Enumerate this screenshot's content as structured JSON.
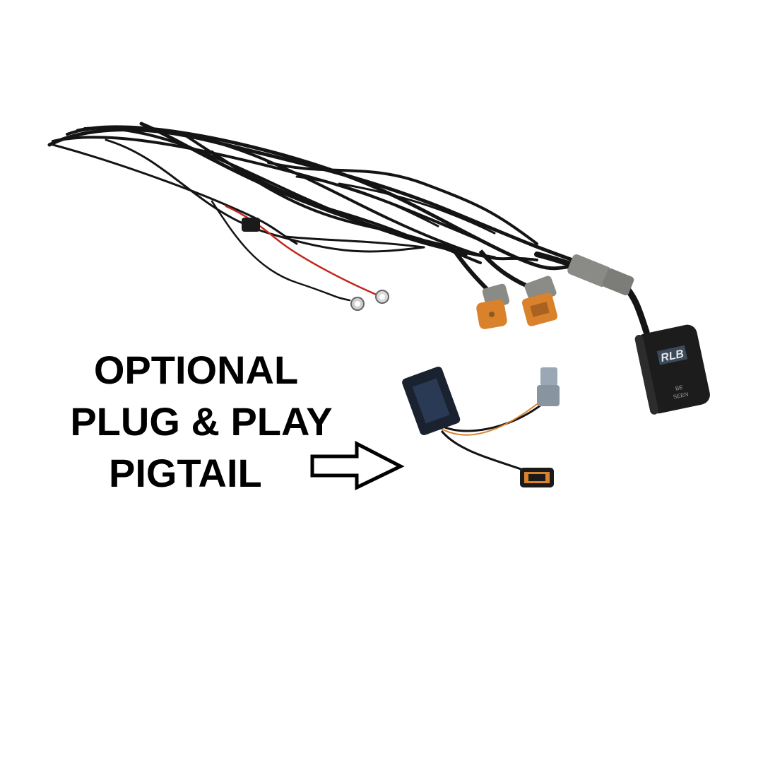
{
  "callout": {
    "line1": "OPTIONAL",
    "line2": "PLUG & PLAY",
    "line3": "PIGTAIL",
    "arrow_icon": "outline-right-arrow"
  },
  "product": {
    "switch_logo": "RLB",
    "switch_line1": "BE",
    "switch_line2": "SEEN"
  },
  "colors": {
    "background": "#ffffff",
    "cable": "#141414",
    "red_wire": "#c0281e",
    "orange_connector": "#d9822b",
    "gray_connector": "#8a8a86",
    "blue_gray_connector": "#9aa7b4",
    "switch_body": "#1c1c1c"
  }
}
